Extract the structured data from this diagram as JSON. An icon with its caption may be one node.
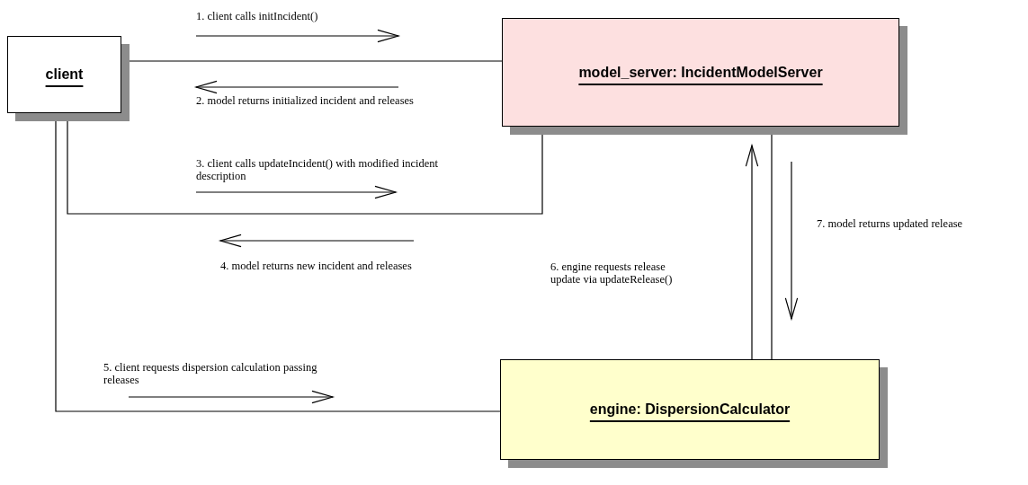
{
  "diagram": {
    "nodes": [
      {
        "text": [
          "client"
        ]
      },
      {
        "text": [
          "model_server: IncidentModelServer"
        ]
      },
      {
        "text": [
          "engine: DispersionCalculator"
        ]
      }
    ],
    "edges": [
      {
        "from": 0,
        "to": 1,
        "arrow": "none"
      },
      {
        "from": 0,
        "to": 1,
        "arrow": "none"
      },
      {
        "from": 0,
        "to": 2,
        "arrow": "none"
      },
      {
        "from": 2,
        "to": 1,
        "arrow": "none"
      }
    ],
    "labels": [
      "1. client calls initIncident()",
      "2. model returns initialized incident and releases",
      "3. client calls updateIncident() with modified incident description",
      "4. model returns new incident and releases",
      "5. client requests dispersion calculation passing releases",
      "6. engine requests release update via updateRelease()",
      "7. model returns updated release"
    ]
  }
}
